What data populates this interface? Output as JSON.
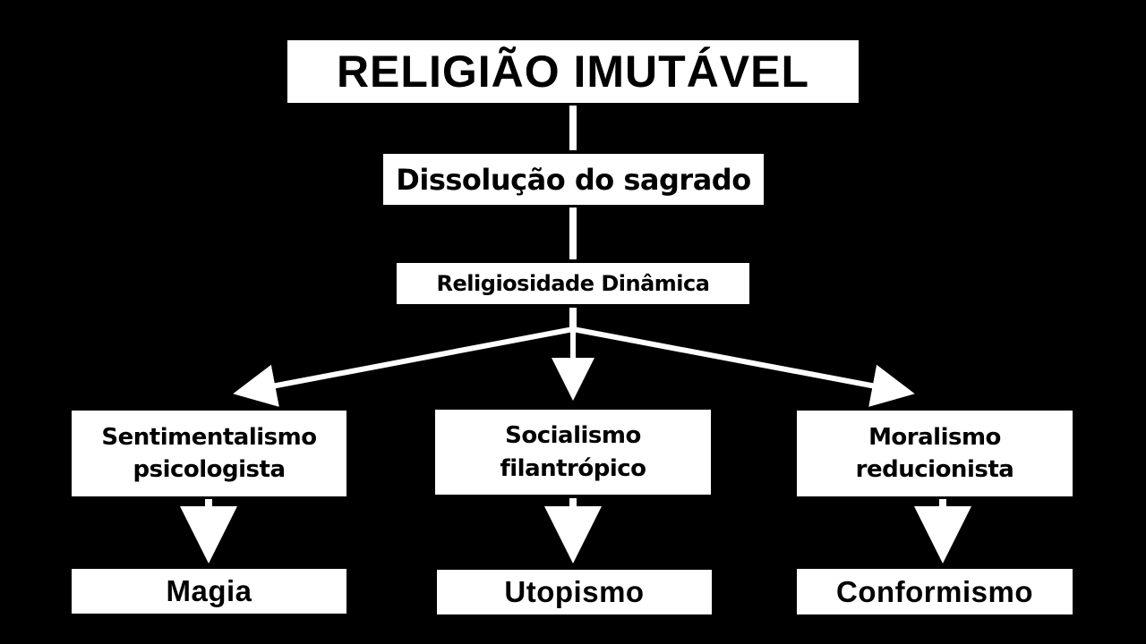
{
  "diagram": {
    "root": "RELIGIÃO IMUTÁVEL",
    "level2": "Dissolução do sagrado",
    "level3": "Religiosidade Dinâmica",
    "branches": [
      {
        "line1": "Sentimentalismo",
        "line2": "psicologista",
        "result": "Magia"
      },
      {
        "line1": "Socialismo",
        "line2": "filantrópico",
        "result": "Utopismo"
      },
      {
        "line1": "Moralismo",
        "line2": "reducionista",
        "result": "Conformismo"
      }
    ],
    "colors": {
      "background": "#000000",
      "box": "#ffffff",
      "text": "#000000",
      "connector": "#ffffff"
    }
  }
}
